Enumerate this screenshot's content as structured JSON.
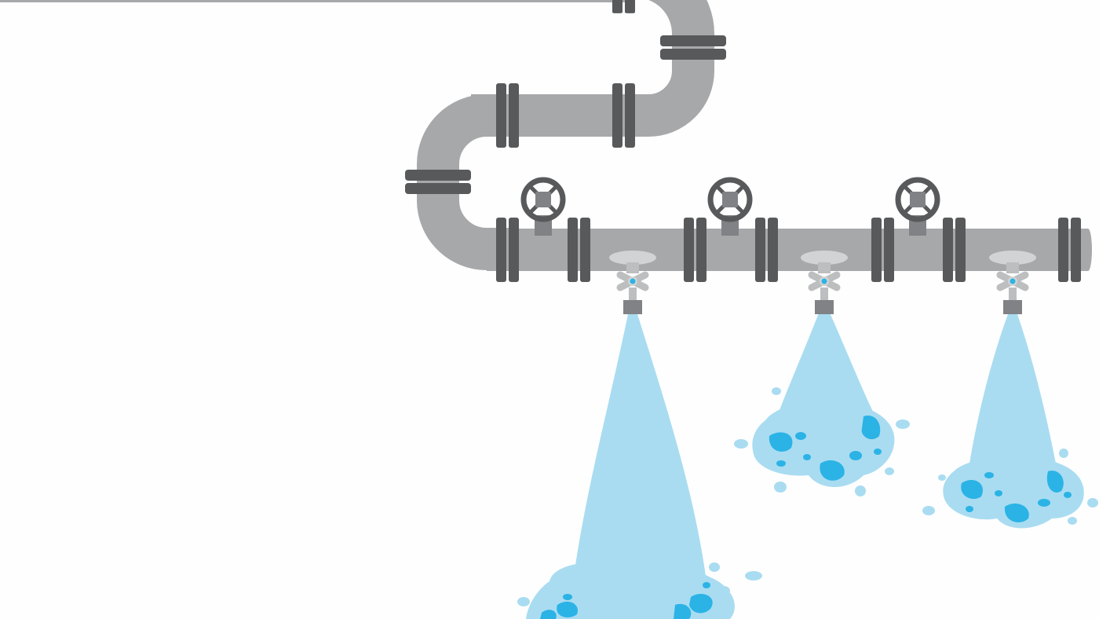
{
  "scene": {
    "subject": "sprinkler-pipe-illustration",
    "colors": {
      "background": "#fefefe",
      "pipe": "#a7a8aa",
      "flange": "#58595b",
      "valve_ring": "#58595b",
      "valve_hub": "#808285",
      "head_plate": "#d1d3d4",
      "head_body": "#bcbec0",
      "water_light": "#a9dcf1",
      "water_dark": "#2bb3e6"
    },
    "counts": {
      "valves": 3,
      "sprinkler_heads": 3,
      "water_sprays": 3
    }
  }
}
